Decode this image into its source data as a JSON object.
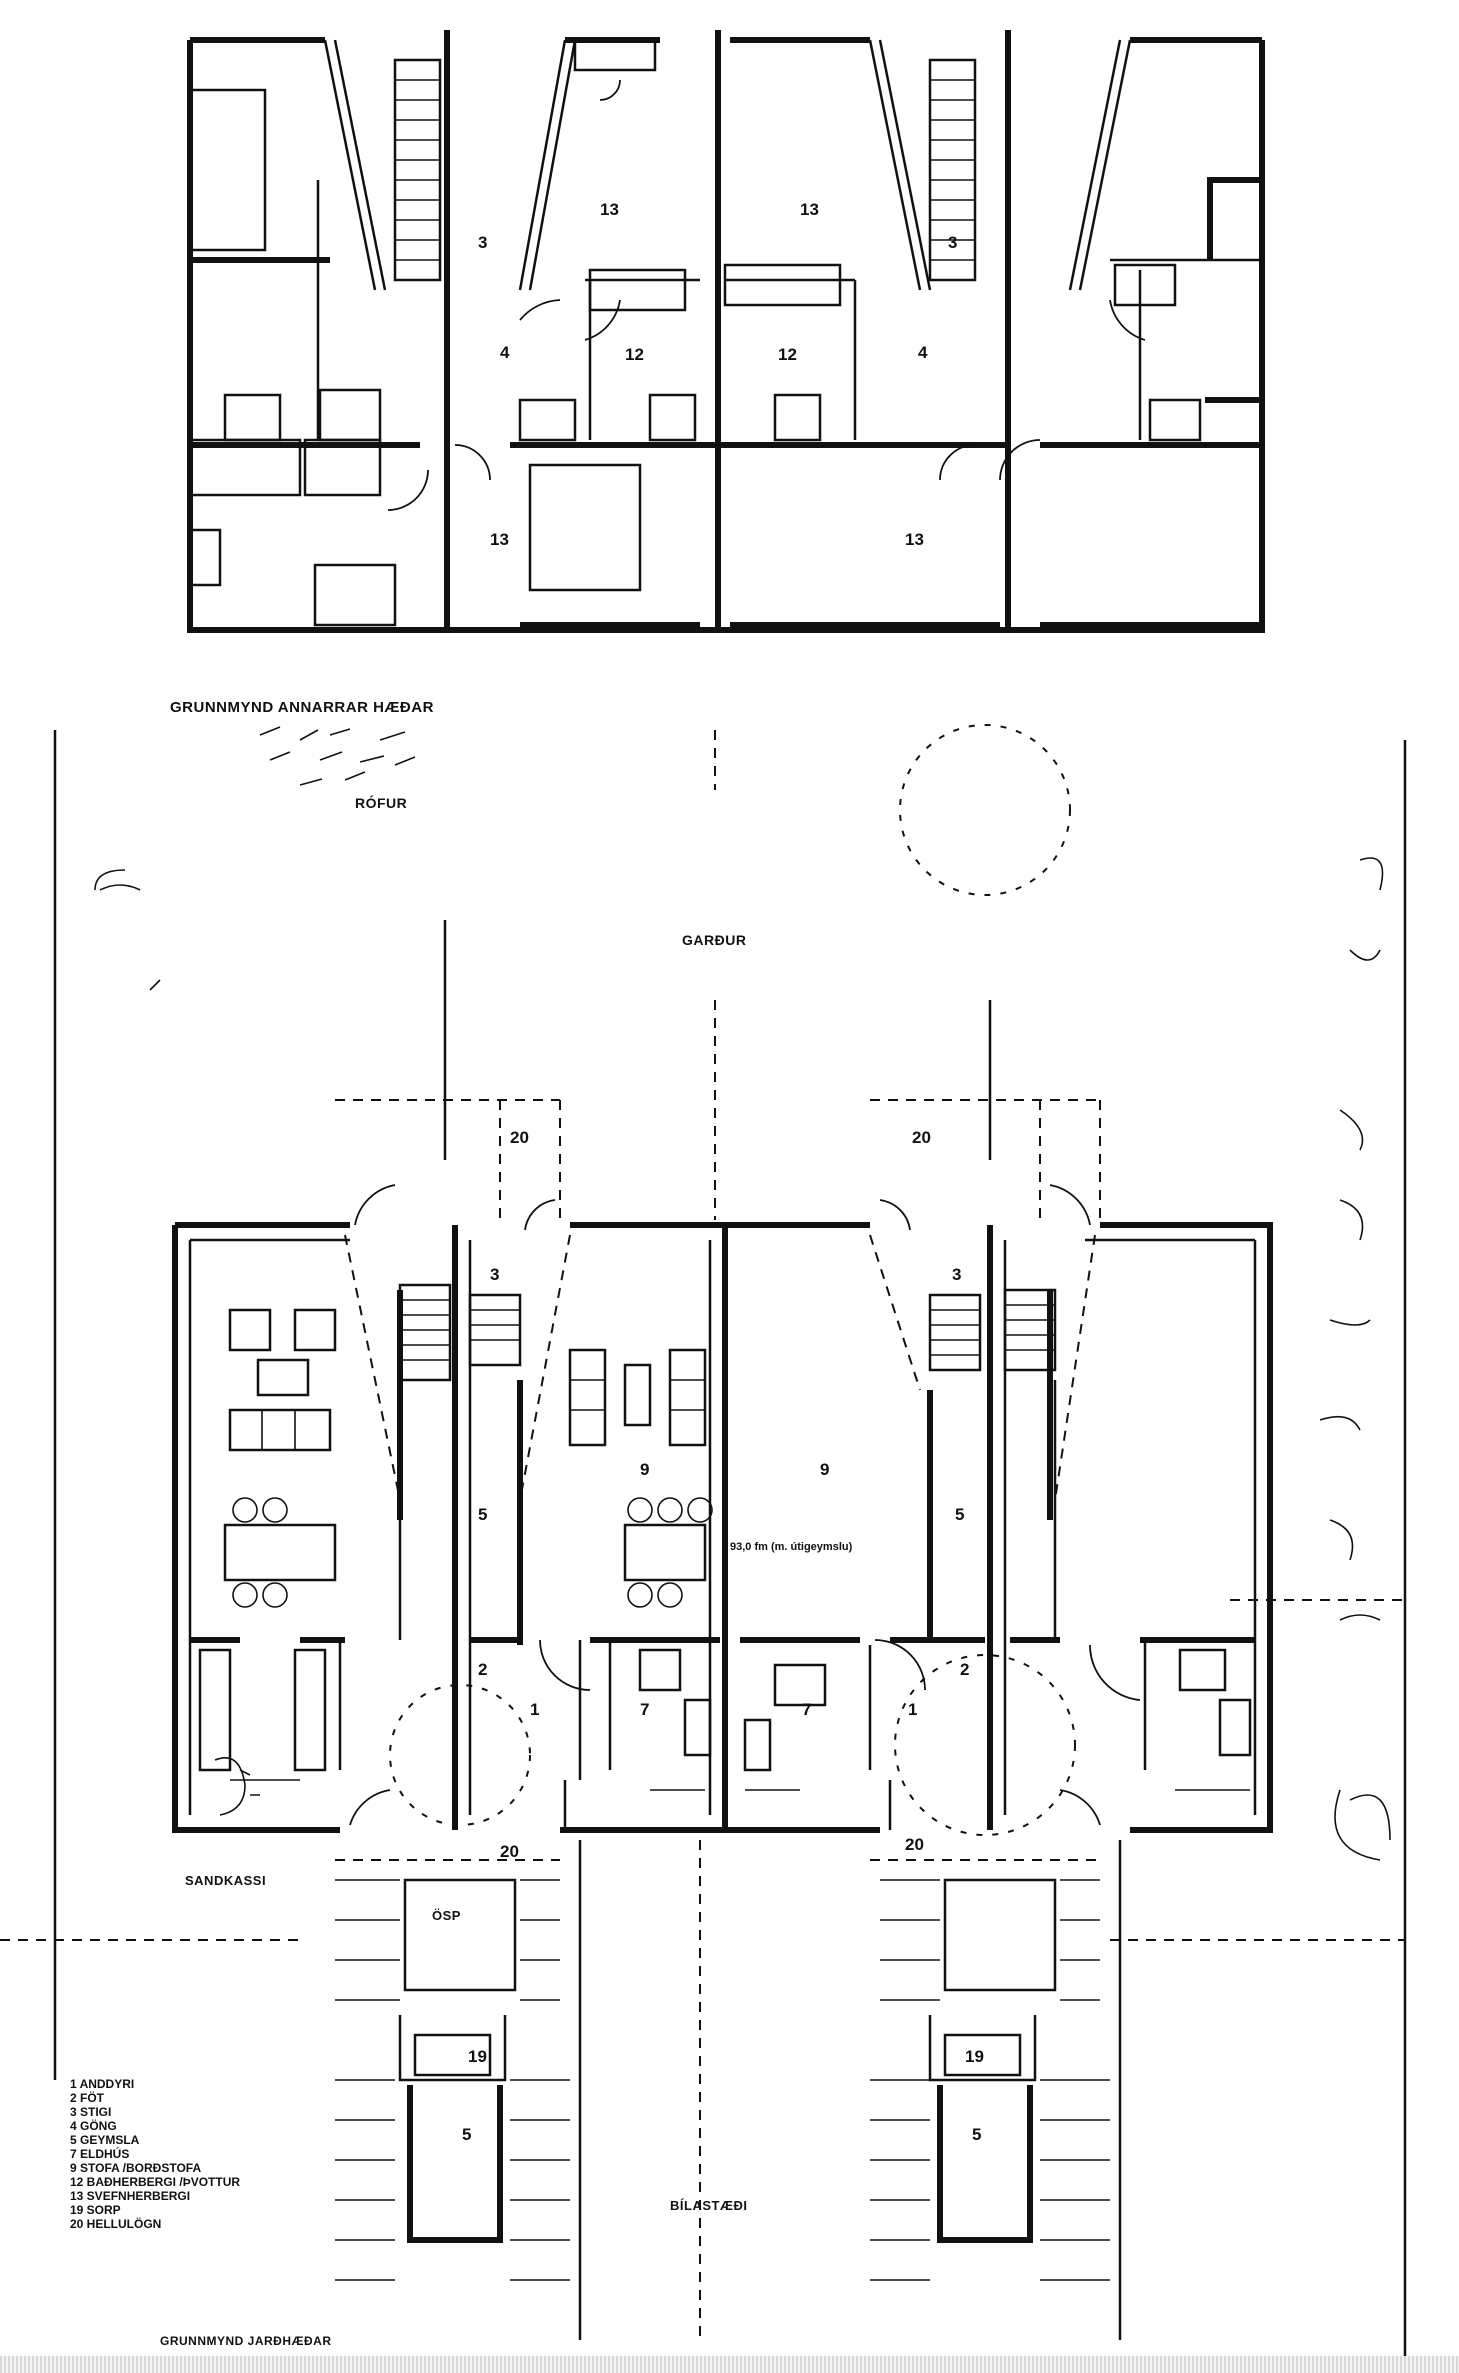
{
  "labels": {
    "upper_floor_title": "GRUNNMYND ANNARRAR HÆÐAR",
    "rofur": "RÓFUR",
    "gardur": "GARÐUR",
    "area_note": "93,0 fm (m. útigeymslu)",
    "osp": "ÖSP",
    "sandkassi": "SANDKASSI",
    "bilastaedi": "BÍLASTÆÐI",
    "ground_floor_title": "GRUNNMYND JARÐHÆÐAR"
  },
  "upper_rooms": {
    "r13a": "13",
    "r13b": "13",
    "r13c": "13",
    "r13d": "13",
    "r3": "3",
    "r3b": "3",
    "r12a": "12",
    "r12b": "12",
    "r4a": "4",
    "r4b": "4"
  },
  "ground_rooms": {
    "r20a": "20",
    "r20b": "20",
    "r20c": "20",
    "r20d": "20",
    "r3a": "3",
    "r3b": "3",
    "r5a": "5",
    "r5b": "5",
    "r9a": "9",
    "r9b": "9",
    "r2a": "2",
    "r2b": "2",
    "r1a": "1",
    "r1b": "1",
    "r7a": "7",
    "r7b": "7",
    "r19a": "19",
    "r19b": "19",
    "r5c": "5",
    "r5d": "5"
  },
  "legend": [
    "1  ANDDYRI",
    "2  FÖT",
    "3  STIGI",
    "4  GÖNG",
    "5  GEYMSLA",
    "7  ELDHÚS",
    "9  STOFA /BORÐSTOFA",
    "12  BAÐHERBERGI /ÞVOTTUR",
    "13  SVEFNHERBERGI",
    "19  SORP",
    "20  HELLULÖGN"
  ]
}
